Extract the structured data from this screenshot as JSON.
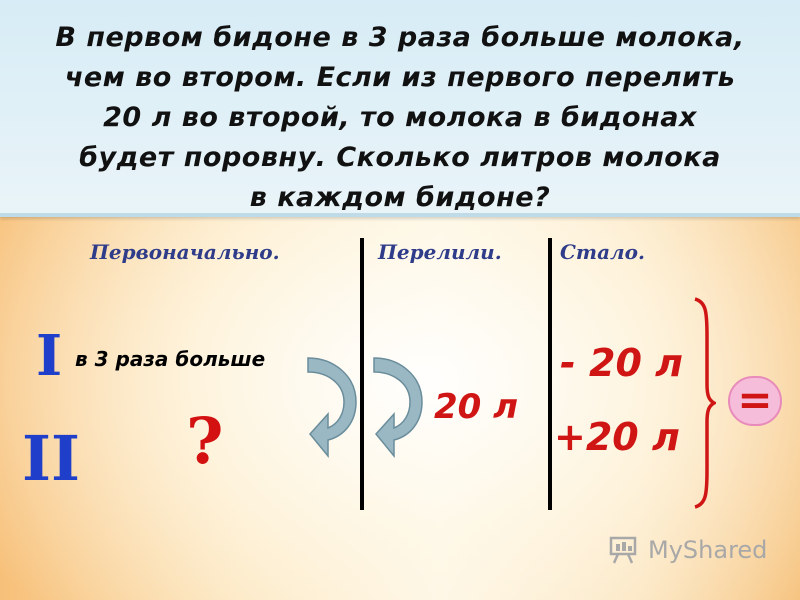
{
  "problem": {
    "line1": "В первом бидоне в 3 раза больше молока,",
    "line2": "чем во втором. Если из первого перелить",
    "line3": "20 л во второй, то молока в бидонах",
    "line4": "будет поровну. Сколько литров молока",
    "line5": "в каждом бидоне?"
  },
  "columns": {
    "initial": "Первоначально.",
    "poured": "Перелили.",
    "became": "Стало."
  },
  "rows": {
    "first": "I",
    "second": "II",
    "first_note": "в 3 раза больше",
    "unknown": "?"
  },
  "values": {
    "poured_amount": "20 л",
    "minus": "- 20 л",
    "plus": "+20 л",
    "equals": "="
  },
  "watermark": {
    "text": "MyShared"
  },
  "colors": {
    "header_blue": "#2f3c8a",
    "roman_blue": "#1f3ec9",
    "red": "#d01515",
    "arrow_fill": "#9ab8c4"
  }
}
